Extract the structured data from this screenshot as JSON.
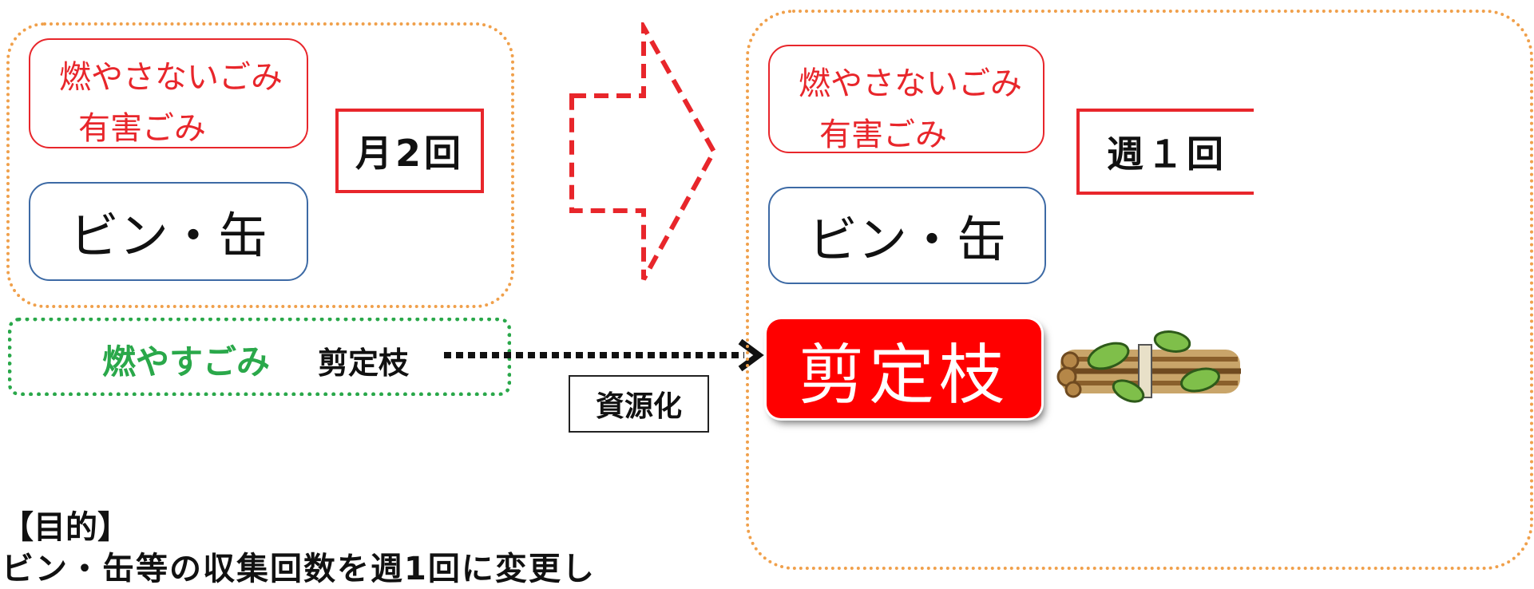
{
  "before": {
    "red_lines": [
      "燃やさないごみ",
      "有害ごみ"
    ],
    "bin_can": "ビン・缶",
    "frequency": "月2回"
  },
  "burnable": {
    "label": "燃やすごみ",
    "item": "剪定枝"
  },
  "conversion_label": "資源化",
  "after": {
    "red_lines": [
      "燃やさないごみ",
      "有害ごみ"
    ],
    "bin_can": "ビン・缶",
    "frequency": "週１回",
    "highlight": "剪定枝"
  },
  "purpose": {
    "heading": "【目的】",
    "text": "ビン・缶等の収集回数を週1回に変更し"
  },
  "colors": {
    "red": "#e8262b",
    "orange_dotted": "#f0a04b",
    "green_dotted": "#2aa84a",
    "green_text": "#2aa84a",
    "blue_border": "#3d6aa5"
  },
  "icons": [
    "right-arrow-outline-icon",
    "dotted-arrow-icon",
    "branch-bundle-icon"
  ]
}
